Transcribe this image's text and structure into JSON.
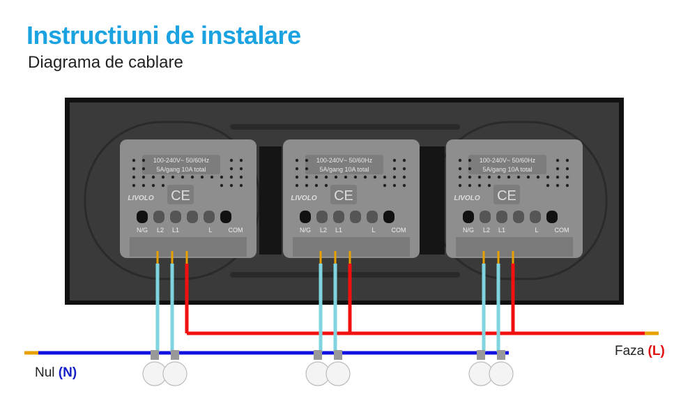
{
  "header": {
    "title": "Instructiuni de instalare",
    "subtitle": "Diagrama de cablare"
  },
  "module": {
    "rating_line1": "100-240V~  50/60Hz",
    "rating_line2": "5A/gang 10A total",
    "brand": "LIVOLO",
    "cert": "CE",
    "terminals": [
      "N/G",
      "L2",
      "L1",
      "L",
      "COM"
    ]
  },
  "module_count": 3,
  "wires": {
    "neutral": {
      "label": "Nul",
      "code": "(N)",
      "color": "#1010e0"
    },
    "phase": {
      "label": "Faza",
      "code": "(L)",
      "color": "#f01010"
    },
    "load_color": "#7fd4e0"
  },
  "bulbs_per_module": 2
}
